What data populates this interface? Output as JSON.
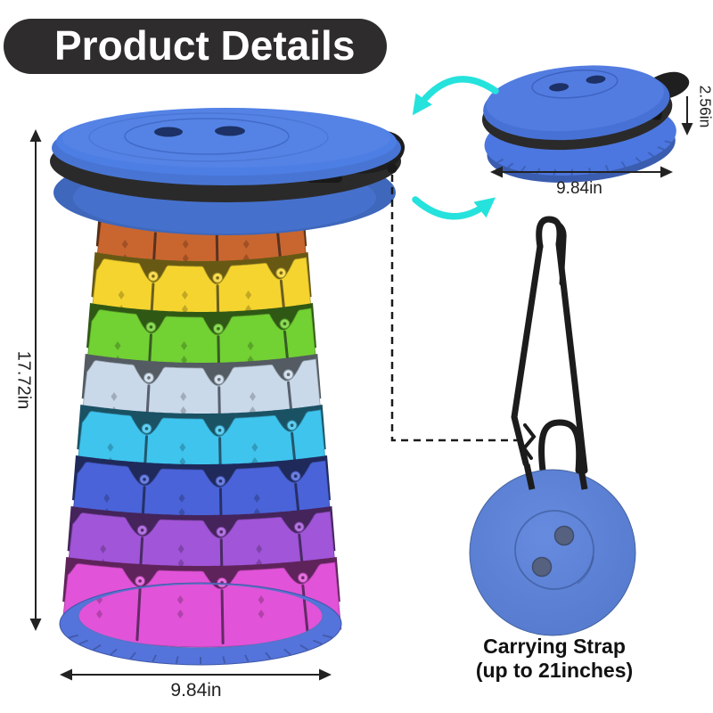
{
  "banner": {
    "label": "Product Details",
    "bg": "#2e2c2c",
    "text_color": "#ffffff"
  },
  "expanded_view": {
    "height_label": "17.72in",
    "diameter_label": "9.84in",
    "ring_colors": [
      "#c9662f",
      "#f5d42f",
      "#72d133",
      "#c9d9ea",
      "#3fc4ee",
      "#4a63d9",
      "#a155d8",
      "#e153d8"
    ],
    "seat_color": "#4d7ee4",
    "base_color": "#5474dc",
    "strap_color": "#2b2a2a",
    "hole_color": "#1d3166"
  },
  "collapsed_view": {
    "height_label": "2.56in",
    "diameter_label": "9.84in",
    "body_color": "#4c77e0",
    "strap_color": "#2b2a2a",
    "hole_color": "#1d3166"
  },
  "strap_view": {
    "caption_line1": "Carrying Strap",
    "caption_line2": "(up to 21inches)",
    "stool_color": "#5b82dd",
    "stool_hole_color": "#566180",
    "strap_color": "#1c1c1c"
  },
  "annotations": {
    "rotation_arrow_color": "#25e2dc",
    "dimension_color": "#222222",
    "connector_color": "#1a1a1a"
  }
}
